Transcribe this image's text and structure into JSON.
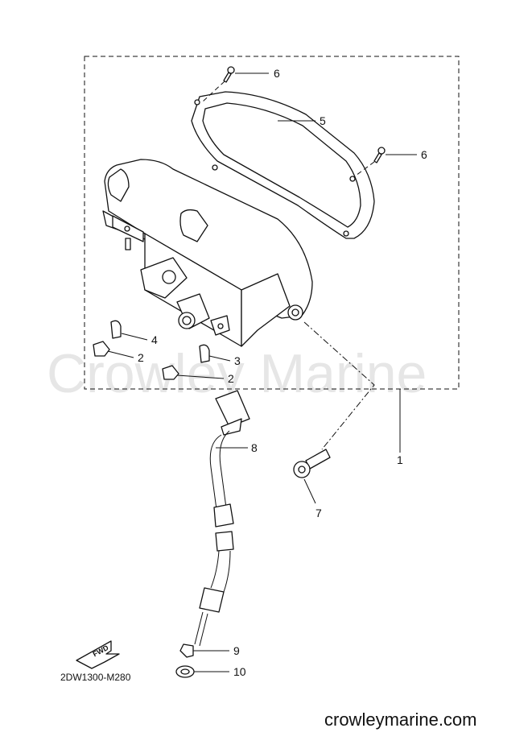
{
  "watermark": "Crowley Marine",
  "website": "crowleymarine.com",
  "diagram_code": "2DW1300-M280",
  "fwd_label": "FWD",
  "callouts": {
    "c1": "1",
    "c2a": "2",
    "c2b": "2",
    "c3": "3",
    "c4": "4",
    "c5": "5",
    "c6a": "6",
    "c6b": "6",
    "c7": "7",
    "c8": "8",
    "c9": "9",
    "c10": "10"
  }
}
